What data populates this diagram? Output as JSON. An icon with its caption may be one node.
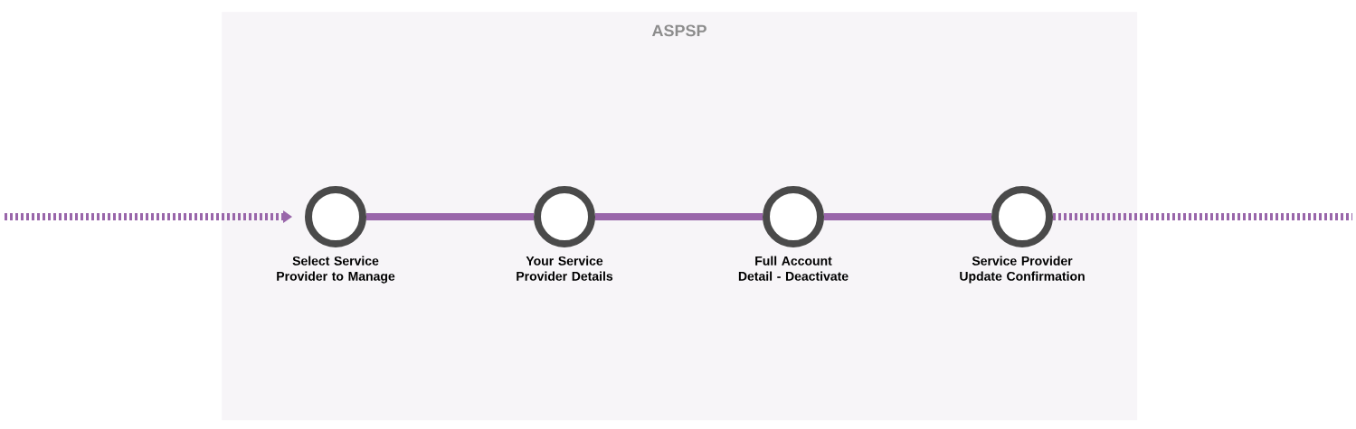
{
  "diagram": {
    "nodes": [
      {
        "text": [
          "ASPSP"
        ]
      },
      {
        "text": [
          "Select Service Provider to Manage"
        ],
        "in": 0
      },
      {
        "text": [
          "Your Service Provider Details"
        ],
        "in": 0
      },
      {
        "text": [
          "Full Account Detail - Deactivate"
        ],
        "in": 0
      },
      {
        "text": [
          "Service Provider Update Confirmation"
        ],
        "in": 0
      }
    ],
    "edges": [
      {
        "from": null,
        "to": 1,
        "arrow": "to",
        "style": "dashed"
      },
      {
        "from": 1,
        "to": 2,
        "arrow": "none"
      },
      {
        "from": 2,
        "to": 3,
        "arrow": "none"
      },
      {
        "from": 3,
        "to": 4,
        "arrow": "none"
      },
      {
        "from": 4,
        "to": null,
        "arrow": "none",
        "style": "dashed"
      }
    ]
  }
}
